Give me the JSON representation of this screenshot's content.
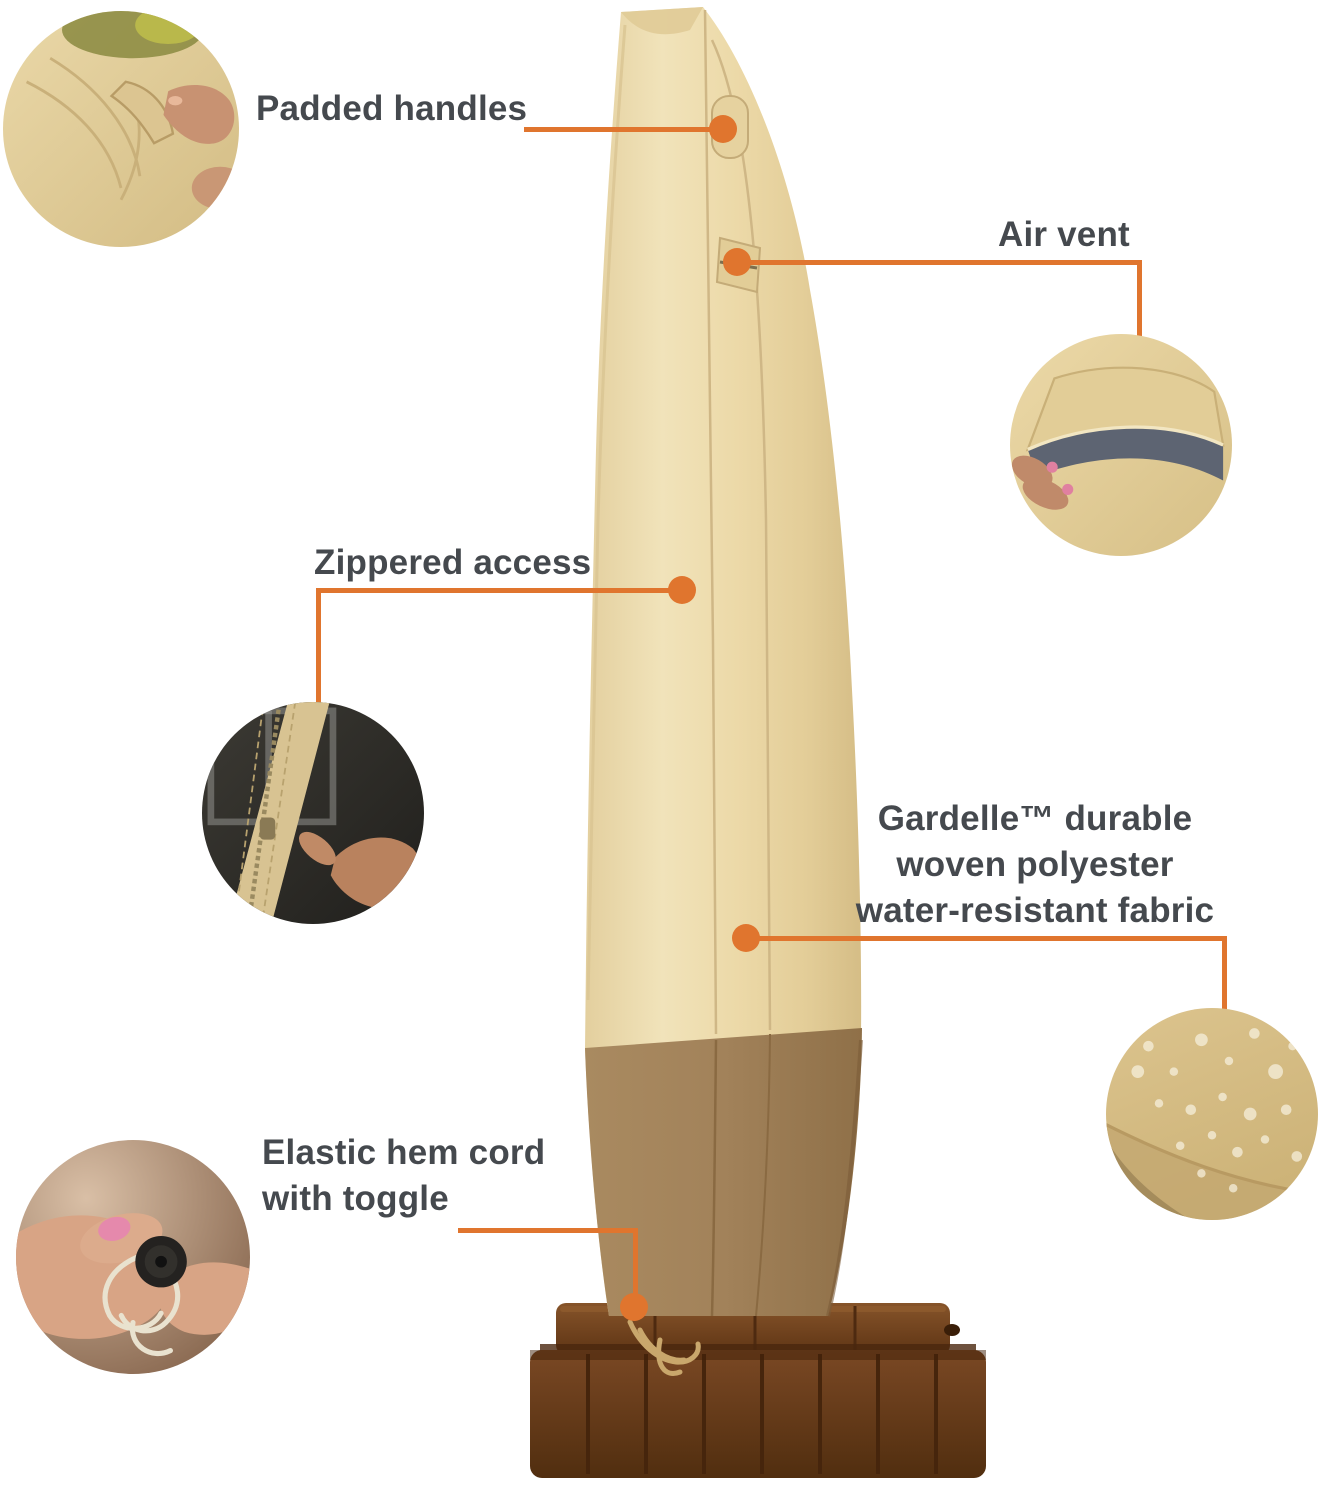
{
  "colors": {
    "accent": "#e0752e",
    "text": "#45494e",
    "background": "#ffffff",
    "cover_beige": "#ecd9a8",
    "cover_trim_brown": "#a2825a",
    "base_wood_brown": "#6e401d"
  },
  "callouts": {
    "padded_handles": {
      "label": "Padded handles"
    },
    "air_vent": {
      "label": "Air vent"
    },
    "zippered_access": {
      "label": "Zippered access"
    },
    "fabric": {
      "line1": "Gardelle™ durable",
      "line2": "woven polyester",
      "line3": "water-resistant fabric"
    },
    "elastic_hem": {
      "line1": "Elastic hem cord",
      "line2": "with toggle"
    }
  },
  "photos": {
    "padded_handles": "hand-gripping-padded-handle",
    "air_vent": "hand-opening-air-vent-flap",
    "zippered_access": "hand-pulling-zipper",
    "fabric": "water-beads-on-fabric",
    "elastic_hem": "hand-holding-cord-toggle"
  }
}
